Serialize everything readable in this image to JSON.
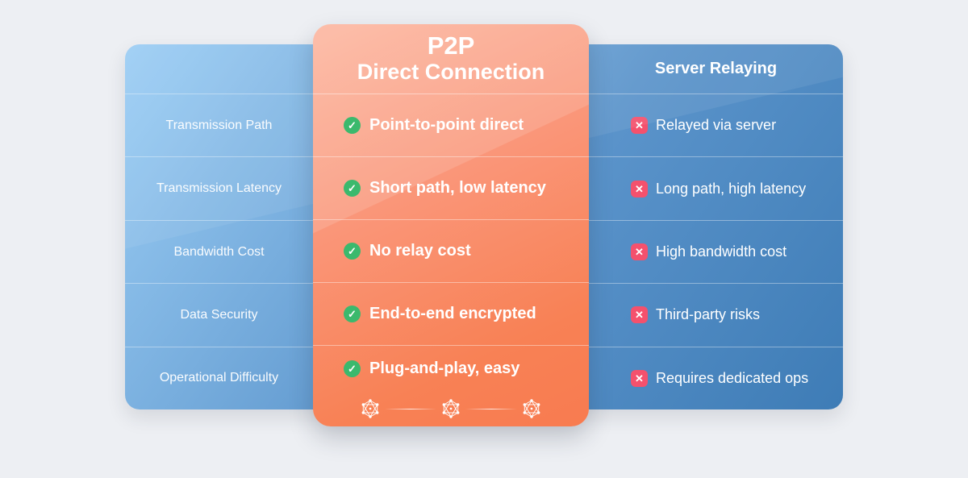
{
  "card": {
    "title_line1": "P2P",
    "title_line2": "Direct Connection"
  },
  "server": {
    "header": "Server Relaying"
  },
  "rows": [
    {
      "label": "Transmission Path",
      "p2p": "Point-to-point direct",
      "server": "Relayed via server"
    },
    {
      "label": "Transmission Latency",
      "p2p": "Short path, low latency",
      "server": "Long path, high latency"
    },
    {
      "label": "Bandwidth Cost",
      "p2p": "No relay cost",
      "server": "High bandwidth cost"
    },
    {
      "label": "Data Security",
      "p2p": "End-to-end encrypted",
      "server": "Third-party risks"
    },
    {
      "label": "Operational Difficulty",
      "p2p": "Plug-and-play, easy",
      "server": "Requires dedicated ops"
    }
  ],
  "glyphs": {
    "check": "✓",
    "cross": "✕"
  },
  "icons": {
    "p2p_row_badge": "check-circle",
    "server_row_badge": "cross-square",
    "card_footer": "mesh-network"
  },
  "colors": {
    "background": "#edeff3",
    "table_blue_light": "#9ccef5",
    "table_blue_dark": "#3e7cb6",
    "card_orange_light": "#fcb59e",
    "card_orange_dark": "#f87b50",
    "check_green": "#3bb96d",
    "cross_red": "#f4516d",
    "text": "#ffffff"
  }
}
